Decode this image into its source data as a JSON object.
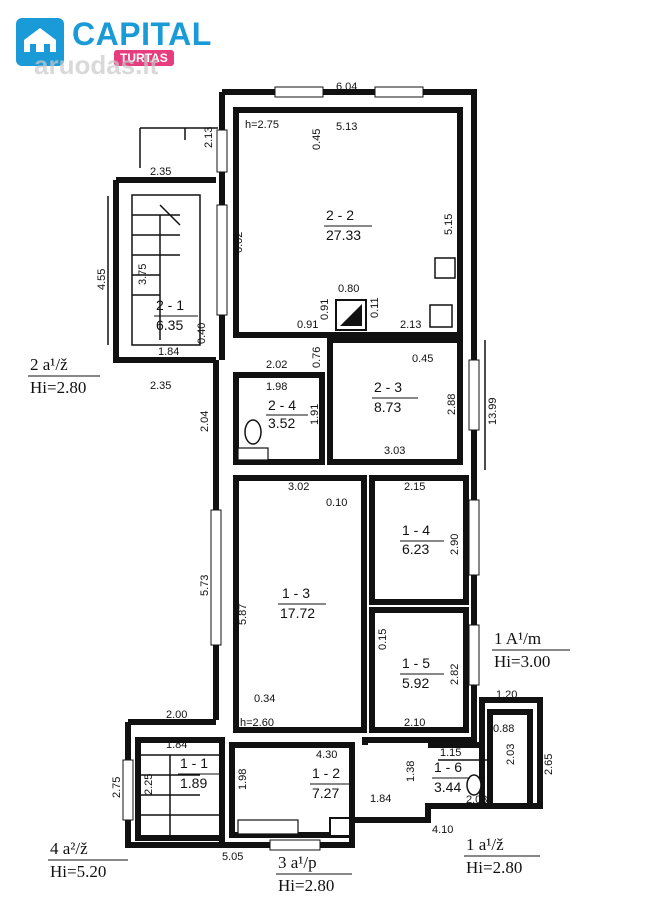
{
  "logo": {
    "brand": "CAPITAL",
    "sub": "TURTAS",
    "watermark": "aruodas.lt"
  },
  "rooms": [
    {
      "id": "2 - 2",
      "area": "27.33"
    },
    {
      "id": "2 - 1",
      "area": "6.35"
    },
    {
      "id": "2 - 3",
      "area": "8.73"
    },
    {
      "id": "2 - 4",
      "area": "3.52"
    },
    {
      "id": "1 - 3",
      "area": "17.72"
    },
    {
      "id": "1 - 4",
      "area": "6.23"
    },
    {
      "id": "1 - 5",
      "area": "5.92"
    },
    {
      "id": "1 - 1",
      "area": "1.89"
    },
    {
      "id": "1 - 2",
      "area": "7.27"
    },
    {
      "id": "1 - 6",
      "area": "3.44"
    }
  ],
  "buildings": [
    {
      "code": "2 a¹/ž",
      "height": "Hi=2.80"
    },
    {
      "code": "1 A¹/m",
      "height": "Hi=3.00"
    },
    {
      "code": "4 a²/ž",
      "height": "Hi=5.20"
    },
    {
      "code": "3 a¹/p",
      "height": "Hi=2.80"
    },
    {
      "code": "1 a¹/ž",
      "height": "Hi=2.80"
    }
  ],
  "dimensions": [
    "6.04",
    "h=2.75",
    "5.13",
    "0.45",
    "2.13",
    "2.35",
    "6.02",
    "4.55",
    "3.75",
    "5.15",
    "0.80",
    "0.91",
    "0.91",
    "0.11",
    "2.13",
    "0.40",
    "1.84",
    "2.02",
    "0.76",
    "0.45",
    "2.35",
    "1.98",
    "2.88",
    "13.99",
    "2.04",
    "1.91",
    "3.03",
    "3.02",
    "0.10",
    "2.15",
    "2.90",
    "5.73",
    "5.87",
    "0.15",
    "2.82",
    "0.34",
    "h=2.60",
    "2.10",
    "1.20",
    "2.00",
    "0.88",
    "1.84",
    "4.30",
    "1.15",
    "2.03",
    "2.65",
    "2.75",
    "2.25",
    "1.98",
    "1.38",
    "1.84",
    "2.03",
    "4.10",
    "5.05"
  ]
}
